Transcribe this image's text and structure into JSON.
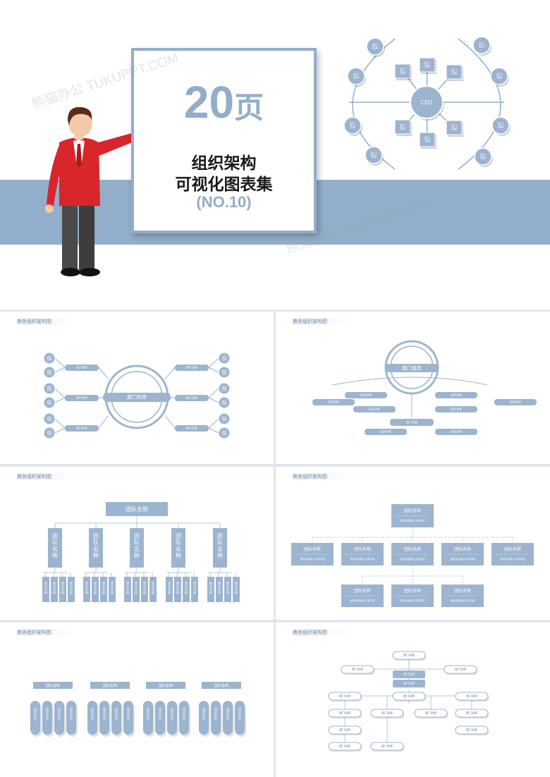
{
  "hero": {
    "number": "20",
    "unit": "页",
    "title_line1": "组织架构",
    "title_line2": "可视化图表集",
    "subtitle": "(NO.10)",
    "ceo_label": "CEO",
    "dept_label": "部门\n名称"
  },
  "slide_title": "商务组织架构图",
  "slide2": {
    "center": "部门名称",
    "branch": "部门名称",
    "leaf": "成员\n名称"
  },
  "slide3": {
    "center": "部门成员",
    "item": "成员名称",
    "bottom": "部门名称"
  },
  "slide4": {
    "root": "团队名称",
    "team": "团\n队\n名\n称",
    "member": "成员名称"
  },
  "slide5": {
    "root": "团队名称",
    "desc": "请在此处输入文本内容"
  },
  "slide6": {
    "head": "团队名称",
    "member": "成员名称"
  },
  "slide7": {
    "node": "部门名称"
  },
  "watermark": "熊猫办公 TUKUPPT.COM",
  "colors": {
    "accent": "#93aeca",
    "node": "#9cb4cf",
    "suit": "#d8262c"
  }
}
